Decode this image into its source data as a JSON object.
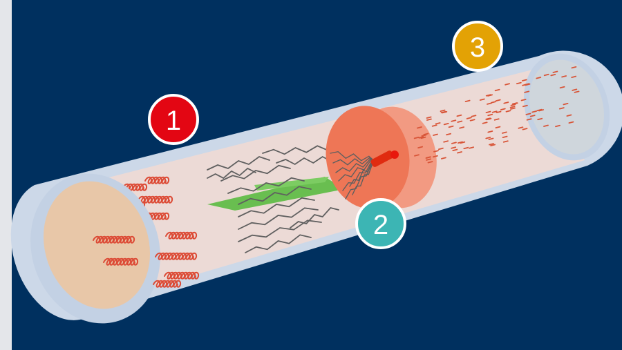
{
  "diagram": {
    "colors": {
      "background": "#00305f",
      "left_margin": "#e4e6ea",
      "tube_wall": "#ccd8e8",
      "tube_inner": "#ecdad6",
      "left_face": "#e8c7a8",
      "right_face": "#cfd6dc",
      "coils": "#dc4a35",
      "chains": "#5f5f5f",
      "sheet": "#69be50",
      "disc": "#ee7656",
      "disc_side": "#f29a82",
      "channel": "#e02b10",
      "fragments": "#d85538"
    },
    "markers": [
      {
        "label": "1",
        "color": "#e30613",
        "icon": "numbered-circle"
      },
      {
        "label": "2",
        "color": "#3cb5b4",
        "icon": "numbered-circle"
      },
      {
        "label": "3",
        "color": "#e3a205",
        "icon": "numbered-circle"
      }
    ]
  }
}
